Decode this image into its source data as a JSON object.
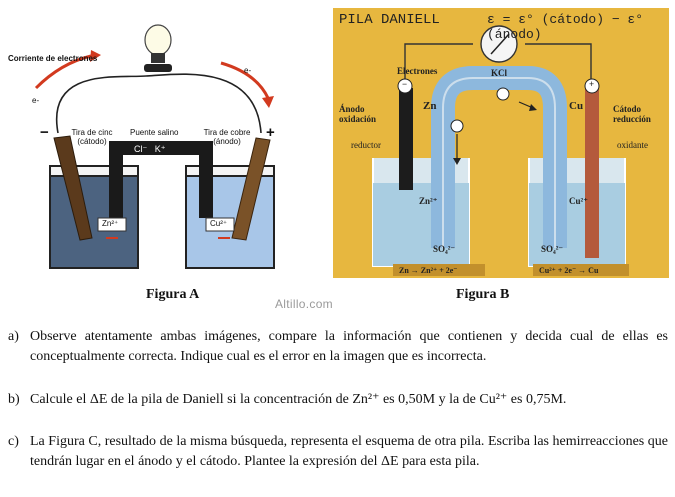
{
  "figure_a": {
    "caption": "Figura A",
    "electron_current_label": "Corriente de electrones",
    "e_left": "e-",
    "e_right": "e-",
    "minus_sign": "−",
    "plus_sign": "+",
    "zinc_strip_label_1": "Tira de cinc",
    "zinc_strip_label_2": "(cátodo)",
    "salt_bridge_label": "Puente salino",
    "copper_strip_label_1": "Tira de cobre",
    "copper_strip_label_2": "(ánodo)",
    "bridge_ions_left": "Cl⁻",
    "bridge_ions_right": "K⁺",
    "zn_ion": "Zn²⁺",
    "cu_ion": "Cu²⁺"
  },
  "figure_b": {
    "caption": "Figura B",
    "title": "PILA DANIELL",
    "equation": "ε = ε° (cátodo) − ε° (ánodo)",
    "electrons_label": "Electrones",
    "kcl_label": "KCl",
    "zn_label": "Zn",
    "cu_label": "Cu",
    "anode_label_1": "Ánodo",
    "anode_label_2": "oxidación",
    "cathode_label_1": "Cátodo",
    "cathode_label_2": "reducción",
    "reducer_label": "reductor",
    "oxidant_label": "oxidante",
    "zn_ion": "Zn²⁺",
    "cu_ion": "Cu²⁺",
    "so4_left": "SO₄²⁻",
    "so4_right": "SO₄²⁻",
    "minus_sign": "−",
    "plus_sign": "+",
    "anode_reaction": "Zn → Zn²⁺ + 2e⁻",
    "cathode_reaction": "Cu²⁺ + 2e⁻ → Cu"
  },
  "watermark": "Altillo.com",
  "questions": [
    {
      "label": "a)",
      "text": "Observe atentamente ambas imágenes, compare la información que contienen y decida cual de ellas es conceptualmente correcta. Indique cual es el error en la imagen que es incorrecta."
    },
    {
      "label": "b)",
      "text": "Calcule el  ΔE  de la pila de Daniell si la concentración de Zn²⁺ es  0,50M y la de Cu²⁺ es 0,75M."
    },
    {
      "label": "c)",
      "text": "La Figura C, resultado de la misma búsqueda, representa el esquema de otra pila. Escriba las hemirreacciones que tendrán lugar en el ánodo y el cátodo. Plantee la expresión del ΔE para esta pila."
    }
  ]
}
